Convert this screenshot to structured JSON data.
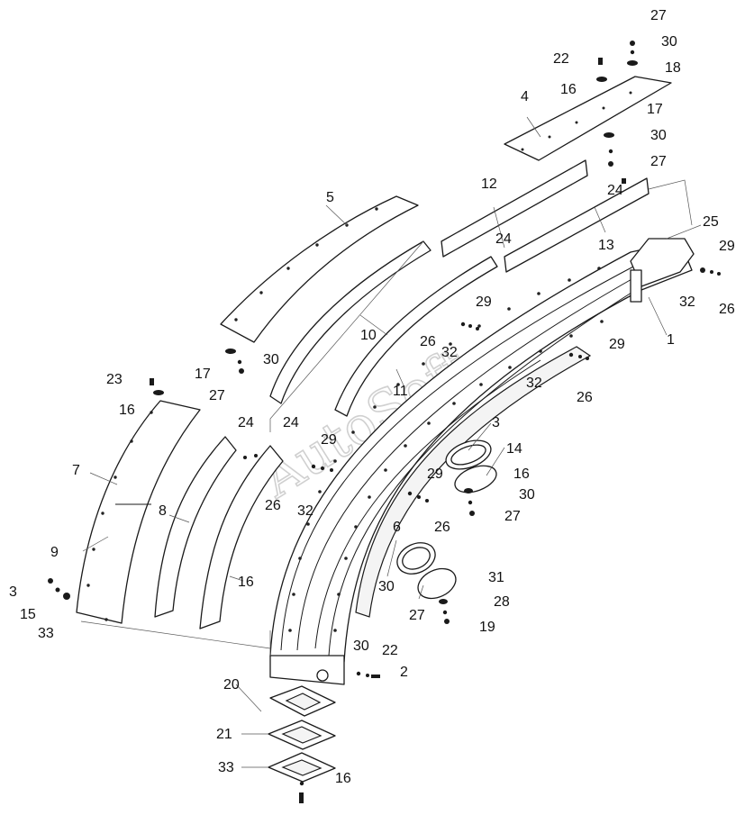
{
  "watermark": "AutoSoft",
  "callouts": [
    {
      "id": "c-27a",
      "text": "27"
    },
    {
      "id": "c-30a",
      "text": "30"
    },
    {
      "id": "c-22a",
      "text": "22"
    },
    {
      "id": "c-18",
      "text": "18"
    },
    {
      "id": "c-16a",
      "text": "16"
    },
    {
      "id": "c-4",
      "text": "4"
    },
    {
      "id": "c-17a",
      "text": "17"
    },
    {
      "id": "c-30b",
      "text": "30"
    },
    {
      "id": "c-27b",
      "text": "27"
    },
    {
      "id": "c-12",
      "text": "12"
    },
    {
      "id": "c-24a",
      "text": "24"
    },
    {
      "id": "c-5",
      "text": "5"
    },
    {
      "id": "c-25",
      "text": "25"
    },
    {
      "id": "c-24b",
      "text": "24"
    },
    {
      "id": "c-13",
      "text": "13"
    },
    {
      "id": "c-29a",
      "text": "29"
    },
    {
      "id": "c-32a",
      "text": "32"
    },
    {
      "id": "c-26a",
      "text": "26"
    },
    {
      "id": "c-29b",
      "text": "29"
    },
    {
      "id": "c-10",
      "text": "10"
    },
    {
      "id": "c-1",
      "text": "1"
    },
    {
      "id": "c-26b",
      "text": "26"
    },
    {
      "id": "c-32b",
      "text": "32"
    },
    {
      "id": "c-30c",
      "text": "30"
    },
    {
      "id": "c-29c",
      "text": "29"
    },
    {
      "id": "c-17b",
      "text": "17"
    },
    {
      "id": "c-23",
      "text": "23"
    },
    {
      "id": "c-27c",
      "text": "27"
    },
    {
      "id": "c-32c",
      "text": "32"
    },
    {
      "id": "c-26c",
      "text": "26"
    },
    {
      "id": "c-16b",
      "text": "16"
    },
    {
      "id": "c-24c",
      "text": "24"
    },
    {
      "id": "c-11",
      "text": "11"
    },
    {
      "id": "c-3a",
      "text": "3"
    },
    {
      "id": "c-24d",
      "text": "24"
    },
    {
      "id": "c-14",
      "text": "14"
    },
    {
      "id": "c-29d",
      "text": "29"
    },
    {
      "id": "c-16c",
      "text": "16"
    },
    {
      "id": "c-7",
      "text": "7"
    },
    {
      "id": "c-29e",
      "text": "29"
    },
    {
      "id": "c-30d",
      "text": "30"
    },
    {
      "id": "c-26d",
      "text": "26"
    },
    {
      "id": "c-8",
      "text": "8"
    },
    {
      "id": "c-32d",
      "text": "32"
    },
    {
      "id": "c-26e",
      "text": "26"
    },
    {
      "id": "c-27d",
      "text": "27"
    },
    {
      "id": "c-6",
      "text": "6"
    },
    {
      "id": "c-9",
      "text": "9"
    },
    {
      "id": "c-16d",
      "text": "16"
    },
    {
      "id": "c-31",
      "text": "31"
    },
    {
      "id": "c-3b",
      "text": "3"
    },
    {
      "id": "c-30e",
      "text": "30"
    },
    {
      "id": "c-28",
      "text": "28"
    },
    {
      "id": "c-15",
      "text": "15"
    },
    {
      "id": "c-27e",
      "text": "27"
    },
    {
      "id": "c-19",
      "text": "19"
    },
    {
      "id": "c-33a",
      "text": "33"
    },
    {
      "id": "c-30f",
      "text": "30"
    },
    {
      "id": "c-22b",
      "text": "22"
    },
    {
      "id": "c-2",
      "text": "2"
    },
    {
      "id": "c-20",
      "text": "20"
    },
    {
      "id": "c-21",
      "text": "21"
    },
    {
      "id": "c-33b",
      "text": "33"
    },
    {
      "id": "c-16e",
      "text": "16"
    }
  ]
}
